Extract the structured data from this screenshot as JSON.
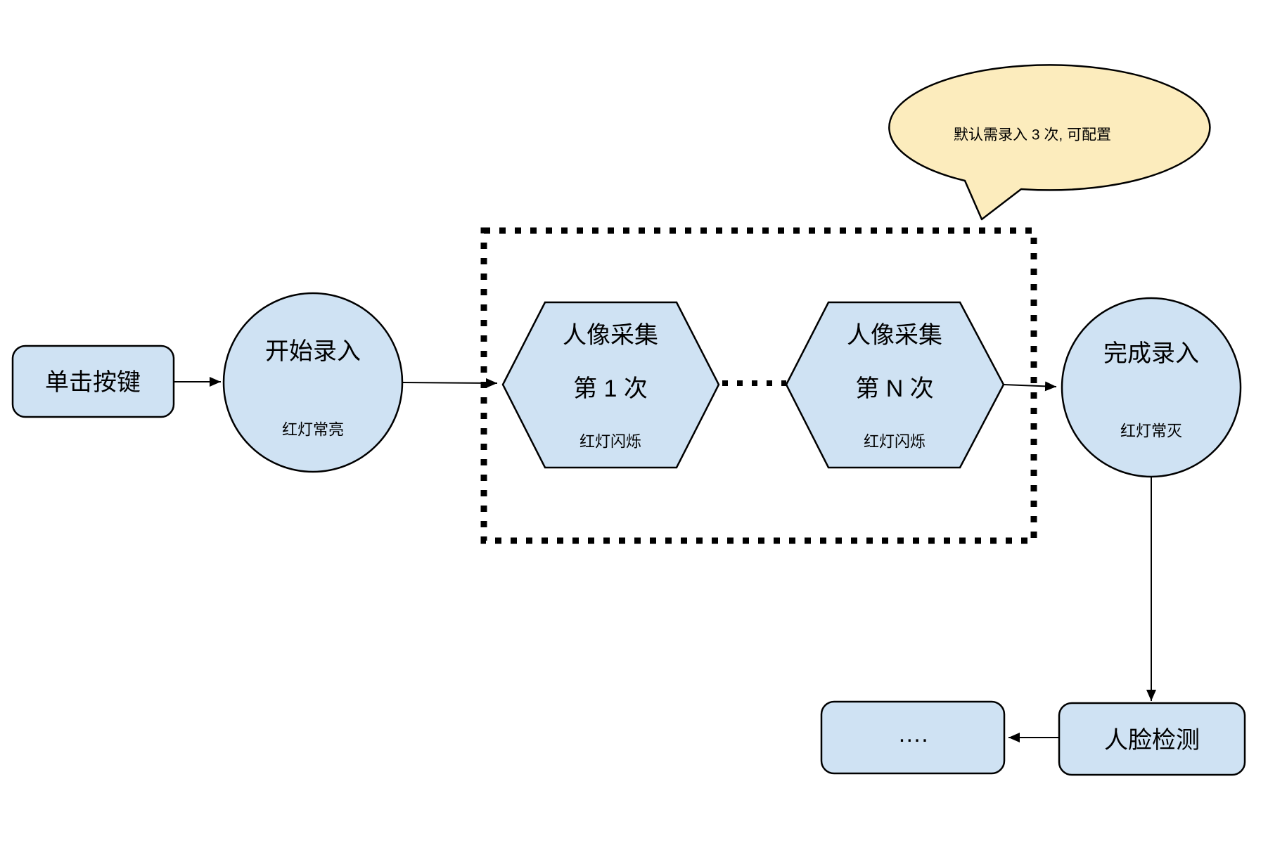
{
  "diagram": {
    "annotation_bubble": {
      "text": "默认需录入 3 次, 可配置"
    },
    "nodes": {
      "click_button": {
        "label": "单击按键"
      },
      "start": {
        "label": "开始录入",
        "sublabel": "红灯常亮"
      },
      "capture_first": {
        "label": "人像采集",
        "label2": "第 1 次",
        "sublabel": "红灯闪烁"
      },
      "capture_nth": {
        "label": "人像采集",
        "label2": "第 N 次",
        "sublabel": "红灯闪烁"
      },
      "finish": {
        "label": "完成录入",
        "sublabel": "红灯常灭"
      },
      "face_detect": {
        "label": "人脸检测"
      },
      "ellipsis": {
        "label": "…."
      }
    },
    "colors": {
      "node_fill": "#cfe2f3",
      "node_stroke": "#000000",
      "bubble_fill": "#fcecbd",
      "line_color": "#000000"
    }
  }
}
